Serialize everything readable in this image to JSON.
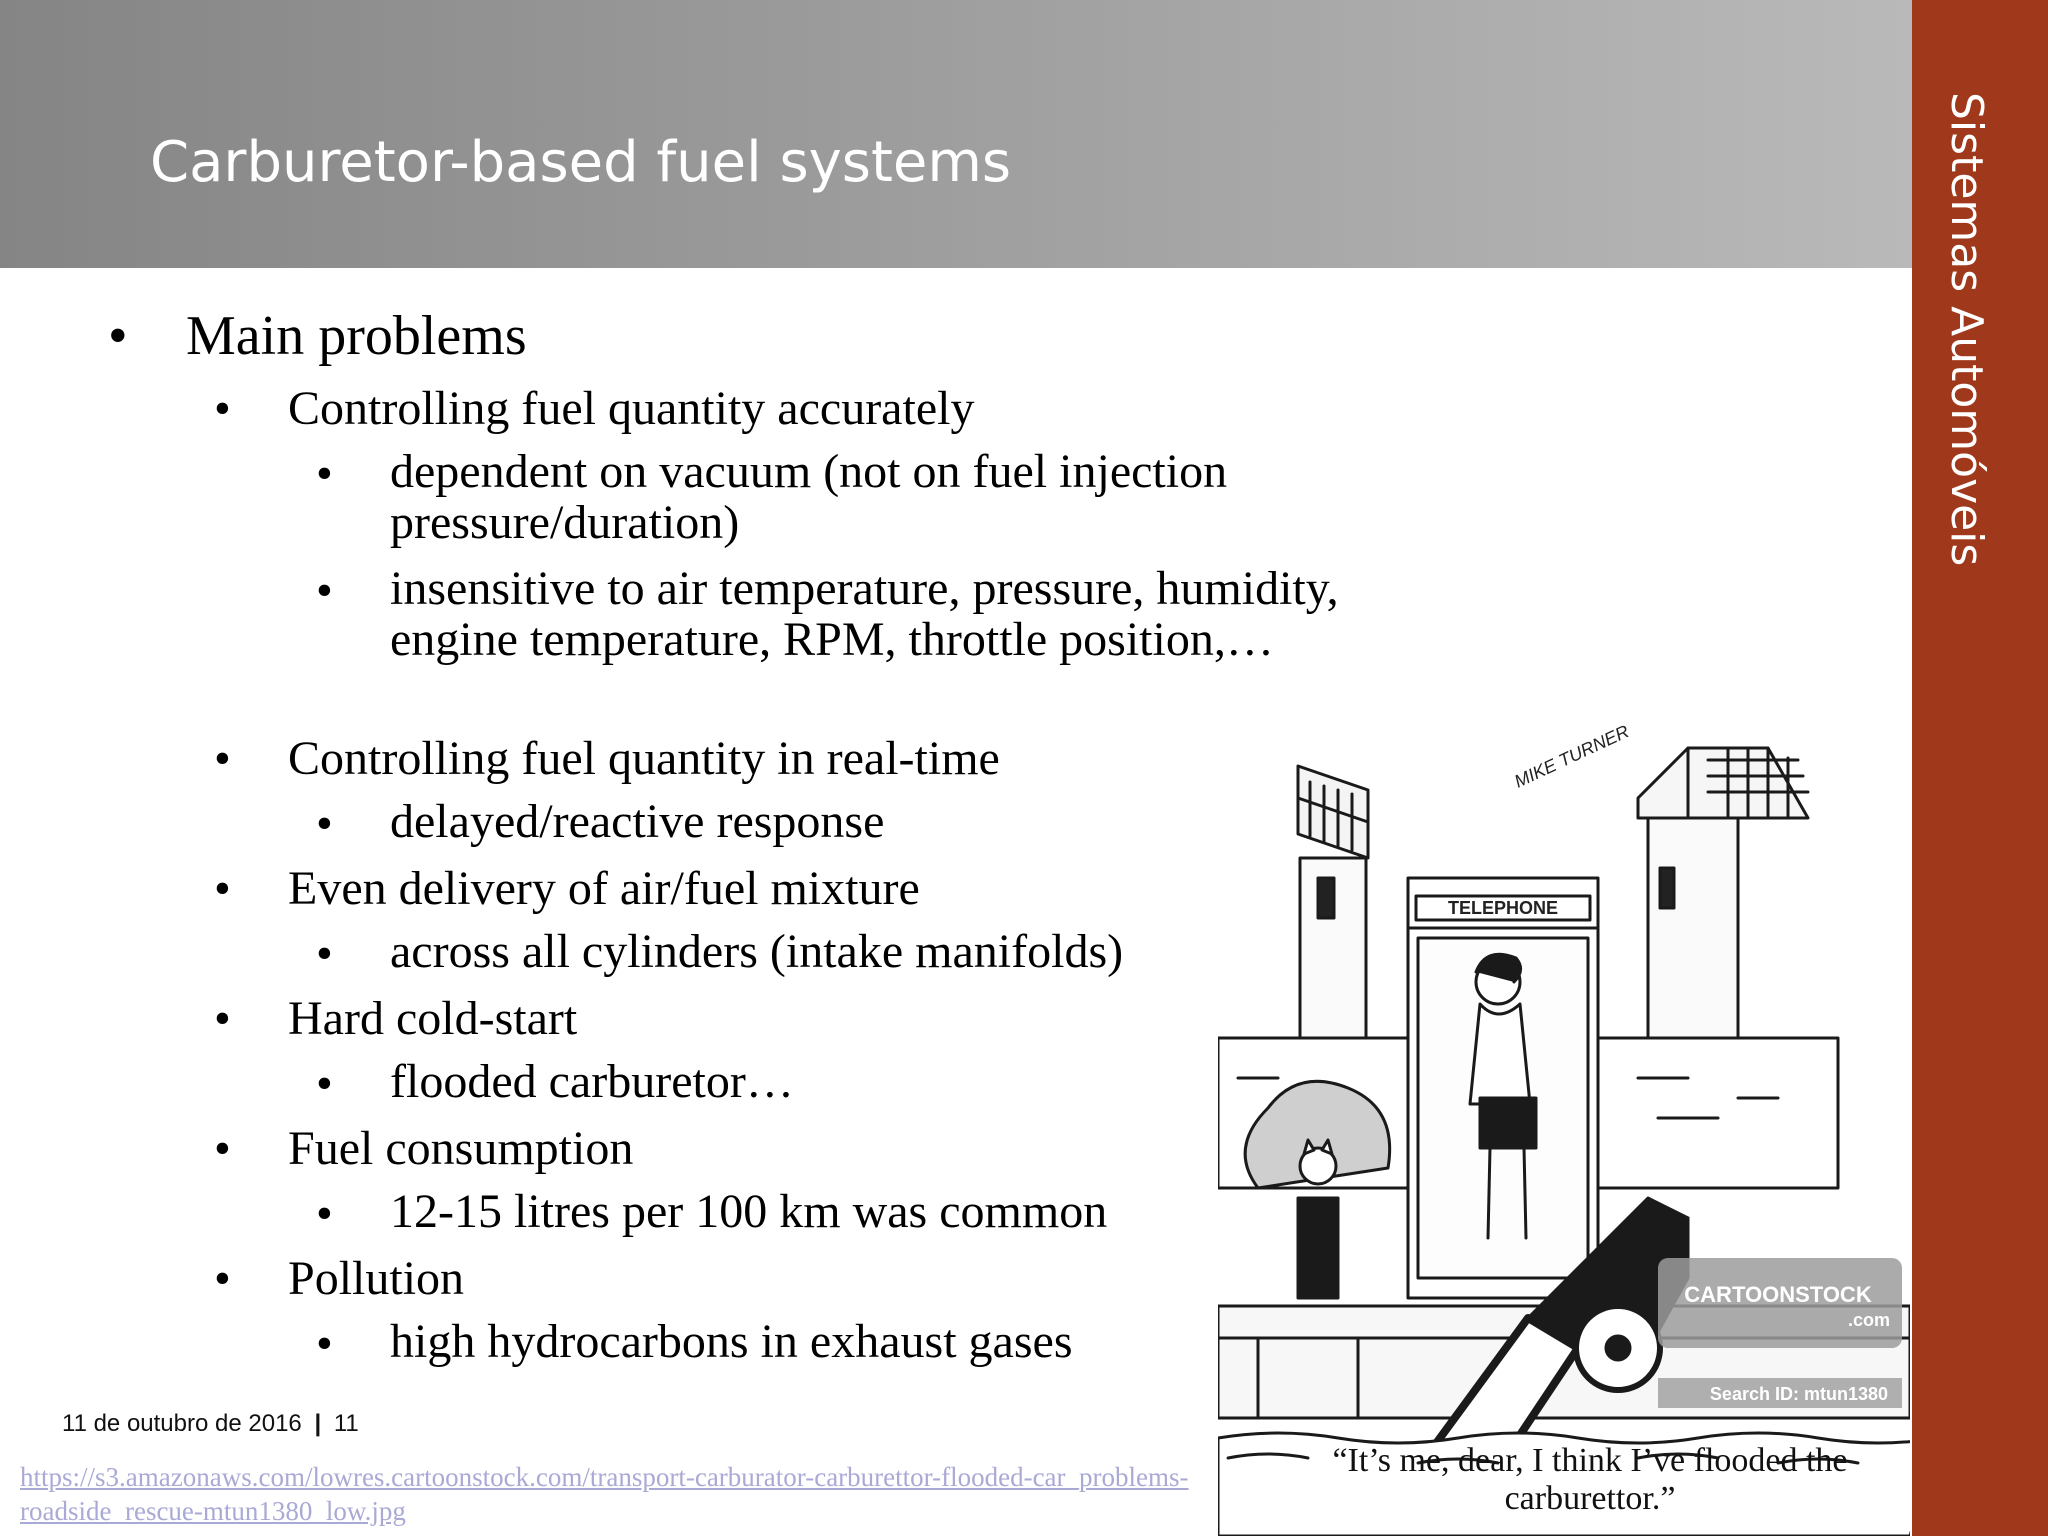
{
  "slide": {
    "title": "Carburetor-based fuel systems",
    "sidebar_label": "Sistemas Automóveis",
    "bullets": [
      {
        "text": "Main problems"
      },
      {
        "text": "Controlling fuel quantity accurately"
      },
      {
        "text": "dependent on vacuum (not on fuel injection pressure/duration)"
      },
      {
        "text": "insensitive to air temperature, pressure, humidity, engine temperature, RPM, throttle position,…"
      },
      {
        "text": "Controlling fuel quantity in real-time"
      },
      {
        "text": "delayed/reactive response"
      },
      {
        "text": "Even delivery of air/fuel mixture"
      },
      {
        "text": "across all cylinders (intake manifolds)"
      },
      {
        "text": "Hard cold-start"
      },
      {
        "text": "flooded carburetor…"
      },
      {
        "text": "Fuel consumption"
      },
      {
        "text": "12-15 litres per 100 km was common"
      },
      {
        "text": "Pollution"
      },
      {
        "text": "high hydrocarbons in exhaust gases"
      }
    ],
    "bullet_symbol": "•",
    "footer": {
      "date": "11 de outubro de 2016",
      "separator": "|",
      "page_number": "11"
    },
    "source_link": "https://s3.amazonaws.com/lowres.cartoonstock.com/transport-carburator-carburettor-flooded-car_problems-roadside_rescue-mtun1380_low.jpg",
    "cartoon": {
      "signature": "MIKE TURNER",
      "booth_sign": "TELEPHONE",
      "watermark": "CARTOONSTOCK",
      "watermark_domain": ".com",
      "search_id": "Search ID: mtun1380",
      "caption": "“It’s me, dear, I think I’ve flooded the carburettor.”"
    }
  },
  "colors": {
    "header_gradient_start": "#858585",
    "header_gradient_end": "#b9b9b9",
    "sidebar": "#a0391b",
    "link": "#a9a9d6"
  }
}
